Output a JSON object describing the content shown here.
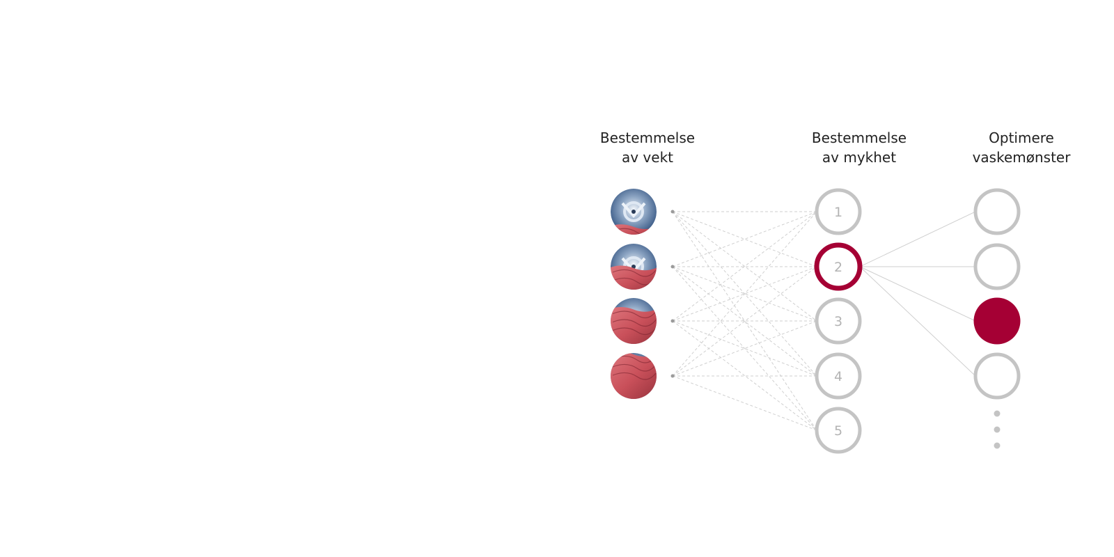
{
  "columns": {
    "weight": {
      "title_line1": "Bestemmelse",
      "title_line2": "av vekt",
      "items": [
        {
          "icon": "drum-with-little-laundry-icon",
          "fabric_fill": 0.2
        },
        {
          "icon": "drum-with-some-laundry-icon",
          "fabric_fill": 0.5
        },
        {
          "icon": "drum-with-much-laundry-icon",
          "fabric_fill": 0.78
        },
        {
          "icon": "drum-full-of-laundry-icon",
          "fabric_fill": 1.0
        }
      ]
    },
    "softness": {
      "title_line1": "Bestemmelse",
      "title_line2": "av mykhet",
      "levels": [
        "1",
        "2",
        "3",
        "4",
        "5"
      ],
      "selected_index": 1
    },
    "optimize": {
      "title_line1": "Optimere",
      "title_line2": "vaskemønster",
      "patterns": 4,
      "selected_index": 2,
      "has_more": true
    }
  },
  "colors": {
    "accent": "#a50034",
    "node_gray": "#c4c4c4",
    "number_gray": "#b3b3b3",
    "line_gray": "#cfcfcf",
    "dot_gray": "#9a9a9a",
    "title_text": "#222222",
    "fabric_red": "#c9505a",
    "drum_blue": "#2e4f7d"
  }
}
